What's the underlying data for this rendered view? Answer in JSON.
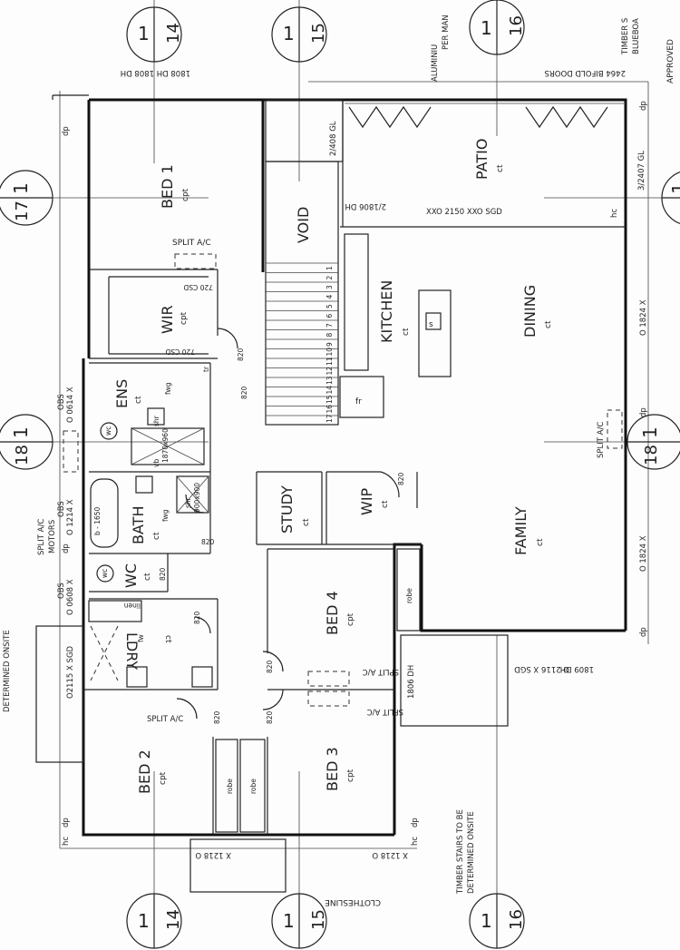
{
  "labels": {
    "approved": "APPROVED",
    "aluminium_1": "ALUMINIU",
    "aluminium_2": "PER MAN",
    "timber_1": "TIMBER S",
    "timber_2": "BLUEBOA",
    "bifold_doors": "2464 BIFOLD DOORS",
    "patio_door": "XXO 2150 XXO SGD",
    "patio_gl_1": "2/408 GL",
    "patio_gl_2": "3/2407 GL",
    "void_dh": "2/1806 DH",
    "bed1_window": "1808 DH 1808 DH",
    "split_ac_1": "SPLIT A/C",
    "csd_1": "720 CSD",
    "csd_2": "720 CSD",
    "bed1_door": "820",
    "obs_1": "OBS",
    "obs_1_size": "O 0614 X",
    "obs_2": "OBS",
    "obs_2_size": "O 1214 X",
    "obs_3": "OBS",
    "obs_3_size": "O 0608 X",
    "dp": "dp",
    "hc": "hc",
    "bath_size": "b - 1650",
    "shr": "shr",
    "shr_size": "1870x960",
    "shr_2": "shr",
    "shr_2_size": "900x900",
    "vb": "vb",
    "wc": "wc",
    "fw": "fw",
    "fwg": "fwg",
    "tr": "tr",
    "linen": "linen",
    "ldry_door": "820",
    "bath_door": "820",
    "wc_door": "820",
    "ldry_sgd": "O2115 X SGD",
    "split_ac_motors_1": "SPLIT A/C",
    "split_ac_motors_2": "MOTORS",
    "determined_onsite": "DETERMINED ONSITE",
    "split_ac_bed2": "SPLIT A/C",
    "split_ac_bed4": "SPLIT A/C",
    "split_ac_bed3": "SPLIT A/C",
    "split_ac_dining": "SPLIT A/C",
    "hall_door_1": "820",
    "hall_door_2": "820",
    "hall_door_3": "820",
    "hall_door_4": "820",
    "wip_door": "820",
    "robe": "robe",
    "fr": "fr",
    "s": "s",
    "family_sgd": "O 2116 X SGD",
    "family_dh_1": "1806 DH",
    "family_dh_2": "1809 DH",
    "dining_win_1": "O 1824 X",
    "dining_win_2": "O 1824 X",
    "bed_window_1": "X 1218 O",
    "bed_window_2": "X 1218 O",
    "clothesline": "CLOTHESLINE",
    "timber_stairs_1": "TIMBER STAIRS TO BE",
    "timber_stairs_2": "DETERMINED ONSITE",
    "stair_numbers": [
      "1",
      "2",
      "3",
      "4",
      "5",
      "6",
      "7",
      "8",
      "9",
      "10",
      "11",
      "12",
      "13",
      "14",
      "15",
      "16",
      "17"
    ]
  },
  "rooms": {
    "bed1": "BED 1",
    "bed1_floor": "cpt",
    "wir": "WIR",
    "wir_floor": "cpt",
    "ens": "ENS",
    "ens_floor": "ct",
    "bath": "BATH",
    "bath_floor": "ct",
    "wc": "WC",
    "wc_floor": "ct",
    "ldry": "LDRY",
    "ldry_floor": "ct",
    "bed2": "BED 2",
    "bed2_floor": "cpt",
    "bed3": "BED 3",
    "bed3_floor": "cpt",
    "bed4": "BED 4",
    "bed4_floor": "cpt",
    "study": "STUDY",
    "study_floor": "ct",
    "wip": "WIP",
    "wip_floor": "ct",
    "void": "VOID",
    "kitchen": "KITCHEN",
    "kitchen_floor": "ct",
    "dining": "DINING",
    "dining_floor": "ct",
    "family": "FAMILY",
    "family_floor": "ct",
    "patio": "PATIO",
    "patio_floor": "ct"
  },
  "markers": {
    "top": [
      {
        "num": "1",
        "sheet": "14"
      },
      {
        "num": "1",
        "sheet": "15"
      },
      {
        "num": "1",
        "sheet": "16"
      }
    ],
    "bottom": [
      {
        "num": "1",
        "sheet": "14"
      },
      {
        "num": "1",
        "sheet": "15"
      },
      {
        "num": "1",
        "sheet": "16"
      }
    ],
    "left": [
      {
        "num": "1",
        "sheet": "17"
      },
      {
        "num": "1",
        "sheet": "18"
      }
    ],
    "right": [
      {
        "num": "1",
        "sheet": "18"
      },
      {
        "num": "1",
        "sheet": ""
      }
    ]
  }
}
